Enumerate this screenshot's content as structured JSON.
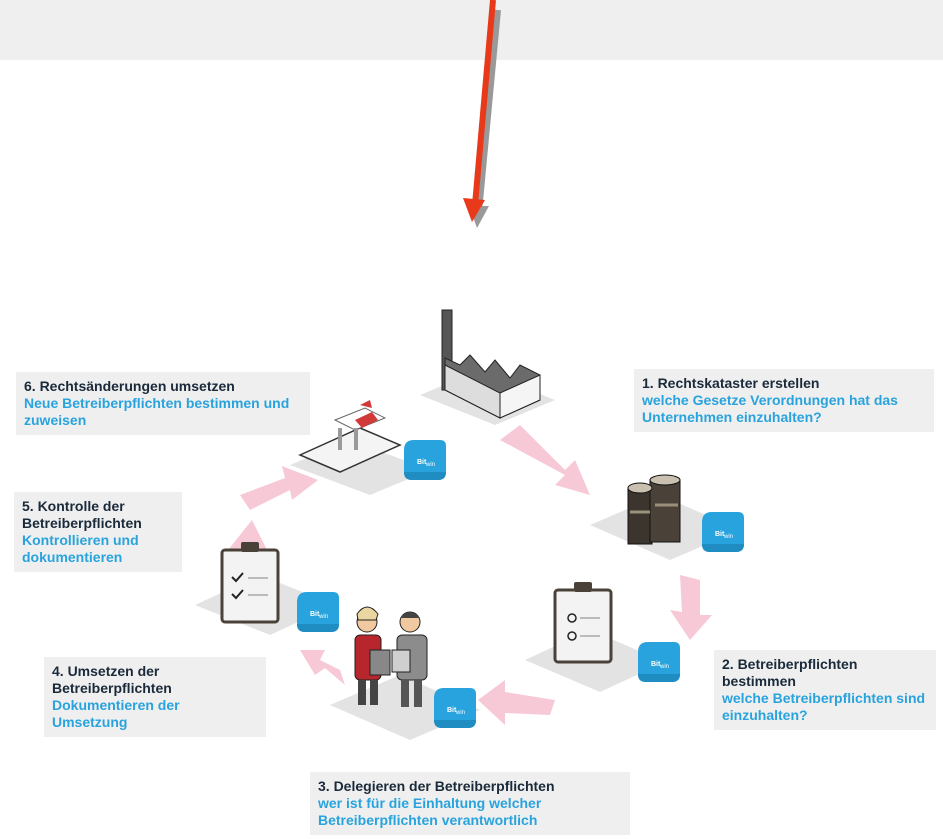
{
  "steps": [
    {
      "title": "1. Rechtskataster erstellen",
      "desc": "welche Gesetze Verordnungen hat das Unternehmen einzuhalten?"
    },
    {
      "title": "2. Betreiberpflichten bestimmen",
      "desc": "welche Betreiberpflichten sind einzuhalten?"
    },
    {
      "title": "3. Delegieren der Betreiberpflichten",
      "desc": "wer ist für die Einhaltung welcher Betreiberpflichten verantwortlich"
    },
    {
      "title": "4. Umsetzen der Betreiberpflichten",
      "desc": "Dokumentieren der Umsetzung"
    },
    {
      "title": "5. Kontrolle der Betreiberpflichten",
      "desc": "Kontrollieren und dokumentieren"
    },
    {
      "title": "6. Rechtsänderungen umsetzen",
      "desc": "Neue Betreiberpflichten bestimmen und zuweisen"
    }
  ],
  "badge_text": "Bit win",
  "colors": {
    "accent": "#29a3dd",
    "step_text": "#1a2a3a",
    "box_bg": "#efefef",
    "flow_arrow": "#f7c9d6",
    "pointer_arrow": "#e8391b"
  }
}
